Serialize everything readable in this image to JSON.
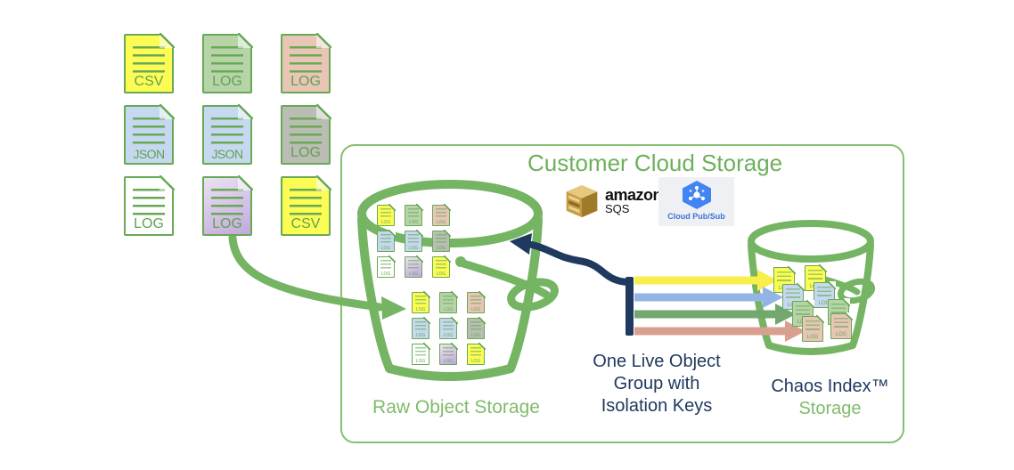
{
  "palette": {
    "green": "#74b462",
    "green_title": "#6cb15a",
    "green_light": "#81bb6b",
    "box_border": "#85c070",
    "navy": "#20395e",
    "doc_border": "#68a955",
    "arrow_yellow": "#f8ee4c",
    "arrow_blue": "#93b5e6",
    "arrow_green": "#72a76e",
    "arrow_salmon": "#d9a08f",
    "pubsub_blue": "#4284f3",
    "sqs_gold_top": "#e6c87f",
    "sqs_gold_front": "#c79d42",
    "sqs_gold_side": "#9f7a28"
  },
  "source_files": [
    {
      "label": "CSV",
      "fill": "#fcfc55"
    },
    {
      "label": "LOG",
      "fill": "#b7d4a8"
    },
    {
      "label": "LOG",
      "fill": "#e8c5b5"
    },
    {
      "label": "JSON",
      "fill": "#c6d8f0"
    },
    {
      "label": "JSON",
      "fill": "#c6d8f0"
    },
    {
      "label": "LOG",
      "fill": "#babdb4"
    },
    {
      "label": "LOG",
      "fill": "#ffffff"
    },
    {
      "label": "LOG",
      "fill": "linear-gradient(155deg,#eae2f4 0%,#c2a8db 100%)"
    },
    {
      "label": "CSV",
      "fill": "#fcfc55"
    }
  ],
  "cloud_box": {
    "title": "Customer Cloud Storage",
    "amazon_sqs": {
      "name_line1": "amazon",
      "name_line2": "SQS"
    },
    "cloud_pubsub": {
      "label": "Cloud Pub/Sub"
    },
    "raw_bucket_label": "Raw Object Storage",
    "flow_label_lines": [
      "One Live Object",
      "Group with",
      "Isolation Keys"
    ],
    "chaos_label_line1": "Chaos Index™",
    "chaos_label_line2": "Storage",
    "mini_file_label": "LOG"
  },
  "bucket_files": {
    "raw_grid": [
      "#fcfc55",
      "#b7d4a8",
      "#e8c5b5",
      "#c6d8f0",
      "#c6d8f0",
      "#babdb4",
      "#ffffff",
      "linear-gradient(155deg,#eae2f4 0%,#c2a8db 100%)",
      "#fcfc55"
    ],
    "chaos_cluster": [
      "#fcfc55",
      "#fcfc55",
      "#c6d8f0",
      "#c6d8f0",
      "#b7d4a8",
      "#b7d4a8",
      "#e8c5b5",
      "#e8c5b5"
    ]
  }
}
